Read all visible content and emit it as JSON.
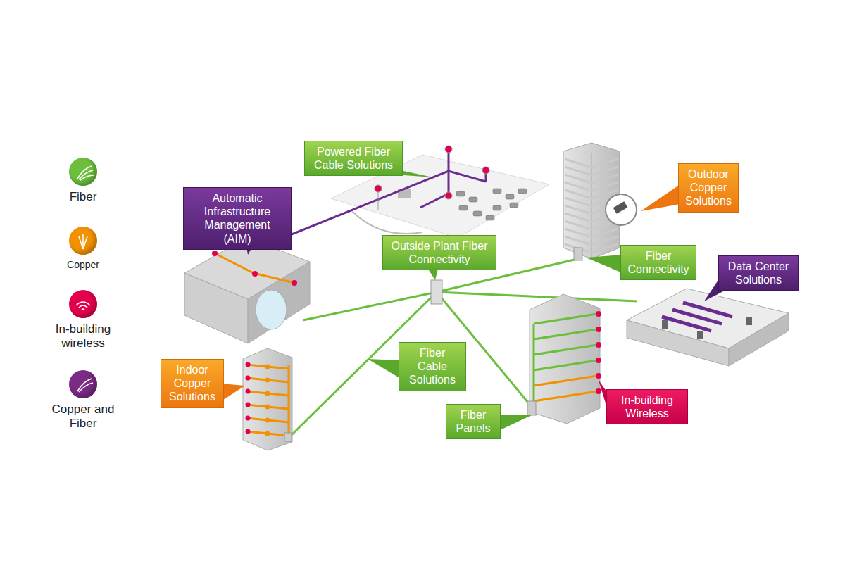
{
  "diagram": {
    "nodes": [
      {
        "text": [
          "Powered Fiber Cable Solutions"
        ]
      },
      {
        "text": [
          "Automatic Infrastructure Management (AIM)"
        ]
      },
      {
        "text": [
          "Outdoor Copper Solutions"
        ]
      },
      {
        "text": [
          "Outside Plant Fiber Connectivity"
        ]
      },
      {
        "text": [
          "Fiber Connectivity"
        ]
      },
      {
        "text": [
          "Data Center Solutions"
        ]
      },
      {
        "text": [
          "Fiber Cable Solutions"
        ]
      },
      {
        "text": [
          "Indoor Copper Solutions"
        ]
      },
      {
        "text": [
          "Fiber Panels"
        ]
      },
      {
        "text": [
          "In-building Wireless"
        ]
      }
    ],
    "legend": [
      {
        "text": "Fiber",
        "color": "#6cbf3c"
      },
      {
        "text": "Copper",
        "color": "#f39200"
      },
      {
        "text": "In-building wireless",
        "color": "#e5004f"
      },
      {
        "text": "Copper and Fiber",
        "color": "#7b2a86"
      }
    ]
  }
}
